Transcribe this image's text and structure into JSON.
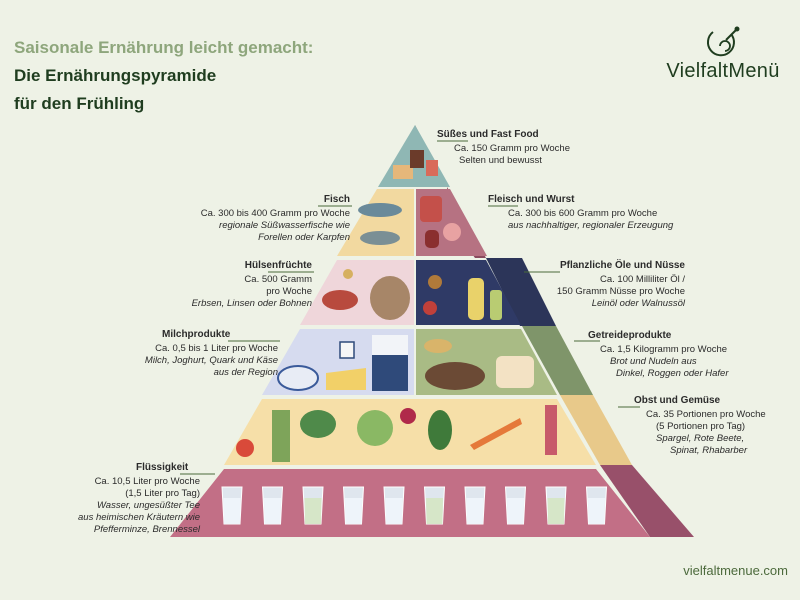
{
  "header": {
    "line1": "Saisonale Ernährung leicht gemacht:",
    "line2": "Die Ernährungspyramide",
    "line3": "für den Frühling"
  },
  "brand": {
    "name": "VielfaltMenü",
    "logo_icon": "plate-spoon-icon"
  },
  "website": "vielfaltmenue.com",
  "labels": {
    "suesses": {
      "title": "Süßes und Fast Food",
      "l1": "Ca. 150 Gramm pro Woche",
      "l2": "Selten und bewusst"
    },
    "fisch": {
      "title": "Fisch",
      "l1": "Ca. 300 bis 400 Gramm pro Woche",
      "l2": "regionale Süßwasserfische wie",
      "l3": "Forellen oder Karpfen"
    },
    "fleisch": {
      "title": "Fleisch und Wurst",
      "l1": "Ca. 300 bis 600 Gramm pro Woche",
      "l2": "aus nachhaltiger, regionaler Erzeugung"
    },
    "huelsen": {
      "title": "Hülsenfrüchte",
      "l1": "Ca. 500 Gramm",
      "l2": "pro Woche",
      "l3": "Erbsen, Linsen oder Bohnen"
    },
    "oele": {
      "title": "Pflanzliche Öle und Nüsse",
      "l1": "Ca. 100 Milliliter Öl /",
      "l2": "150 Gramm Nüsse pro Woche",
      "l3": "Leinöl oder Walnussöl"
    },
    "milch": {
      "title": "Milchprodukte",
      "l1": "Ca. 0,5 bis 1 Liter pro Woche",
      "l2": "Milch, Joghurt, Quark und Käse",
      "l3": "aus der Region"
    },
    "getreide": {
      "title": "Getreideprodukte",
      "l1": "Ca. 1,5 Kilogramm pro Woche",
      "l2": "Brot und Nudeln aus",
      "l3": "Dinkel, Roggen oder Hafer"
    },
    "obst": {
      "title": "Obst und Gemüse",
      "l1": "Ca. 35 Portionen pro Woche",
      "l2": "(5 Portionen pro Tag)",
      "l3": "Spargel, Rote Beete,",
      "l4": "Spinat, Rhabarber"
    },
    "fluessig": {
      "title": "Flüssigkeit",
      "l1": "Ca. 10,5 Liter pro Woche",
      "l2": "(1,5 Liter pro Tag)",
      "l3": "Wasser, ungesüßter Tee",
      "l4": "aus heimischen Kräutern wie",
      "l5": "Pfefferminze, Brennessel"
    }
  },
  "colors": {
    "background": "#eef2e6",
    "tier_sweets": "#8fb7b4",
    "tier_fish": "#f2d9a0",
    "tier_meat": "#b67282",
    "tier_legumes": "#efd6da",
    "tier_oils": "#2f3a66",
    "tier_dairy": "#d6dbef",
    "tier_grain": "#a9bb85",
    "tier_veg": "#f6dfa8",
    "tier_fluid": "#c26f86"
  }
}
